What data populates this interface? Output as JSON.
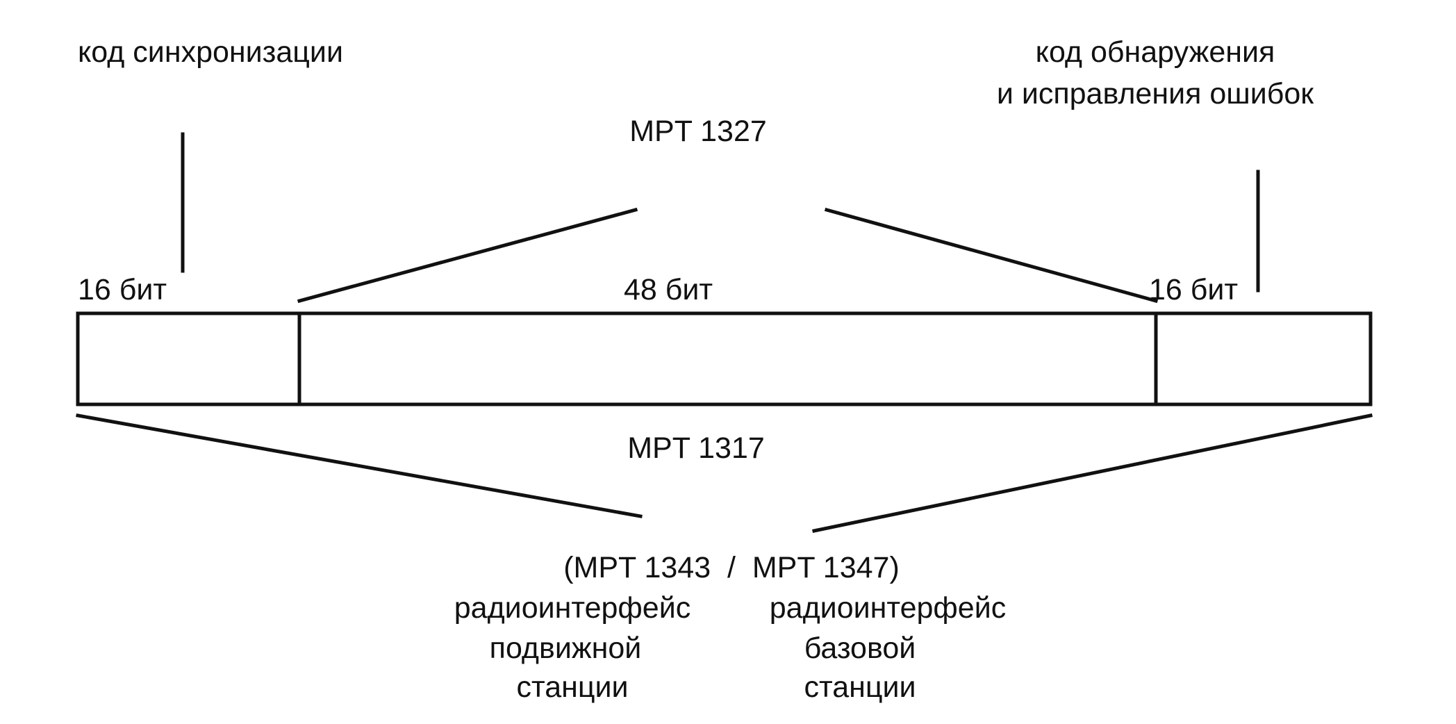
{
  "annotations": {
    "sync_code": "код синхронизации",
    "error_code_line1": "код обнаружения",
    "error_code_line2": "и исправления ошибок"
  },
  "standards": {
    "top": "MPT 1327",
    "bottom": "MPT 1317",
    "radio_pair": "(MPT 1343  /  MPT 1347)"
  },
  "frame": {
    "fields": [
      {
        "bits_label": "16 бит"
      },
      {
        "bits_label": "48 бит"
      },
      {
        "bits_label": "16 бит"
      }
    ]
  },
  "interfaces": {
    "mobile": {
      "line1": "радиоинтерфейс",
      "line2": "подвижной",
      "line3": "станции"
    },
    "base": {
      "line1": "радиоинтерфейс",
      "line2": "базовой",
      "line3": "станции"
    }
  },
  "colors": {
    "ink": "#111111",
    "background": "#ffffff"
  }
}
